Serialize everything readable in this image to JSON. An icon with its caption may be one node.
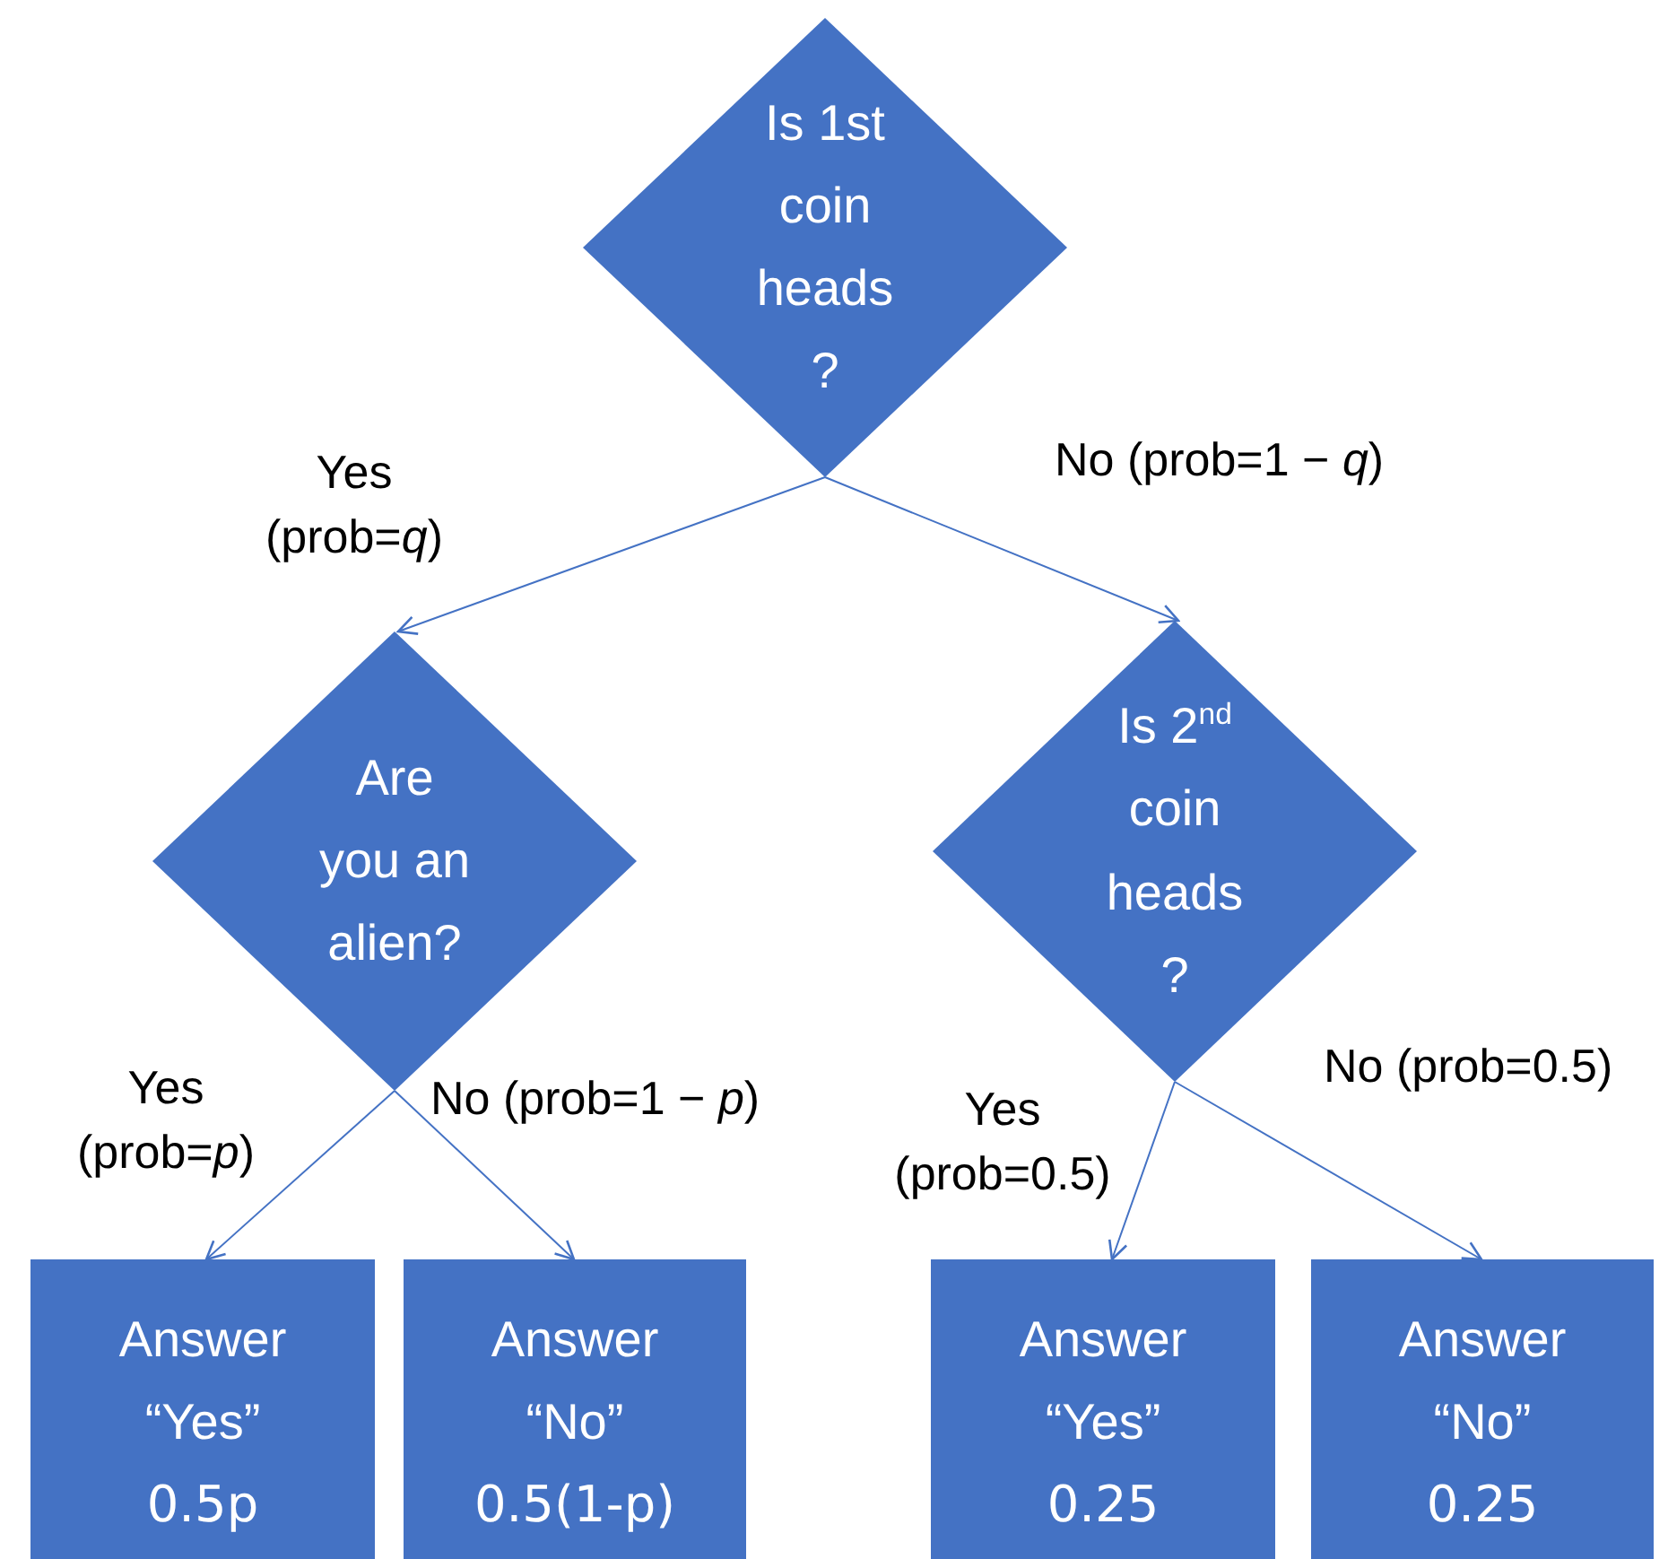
{
  "diagram": {
    "nodes": [
      {
        "text": [
          "Is 1st coin heads ?"
        ]
      },
      {
        "text": [
          "Are you an alien?"
        ]
      },
      {
        "text": [
          "Is 2$^{nd}$ coin heads ?"
        ]
      },
      {
        "text": [
          "Answer",
          "“Yes”",
          "0.5p"
        ]
      },
      {
        "text": [
          "Answer",
          "“No”",
          "0.5(1-p)"
        ]
      },
      {
        "text": [
          "Answer",
          "“Yes”",
          "0.25"
        ]
      },
      {
        "text": [
          "Answer",
          "“No”",
          "0.25"
        ]
      }
    ],
    "edges": [
      {
        "from": 0,
        "to": 1,
        "arrow": "to",
        "label": "Yes (prob=*q*)"
      },
      {
        "from": 0,
        "to": 2,
        "arrow": "to",
        "label": "No (prob=1 − *q*)"
      },
      {
        "from": 1,
        "to": 3,
        "arrow": "to",
        "label": "Yes (prob=*p*)"
      },
      {
        "from": 1,
        "to": 4,
        "arrow": "to",
        "label": "No (prob=1 − *p*)"
      },
      {
        "from": 2,
        "to": 5,
        "arrow": "to",
        "label": "Yes (prob=0.5)"
      },
      {
        "from": 2,
        "to": 6,
        "arrow": "to",
        "label": "No (prob=0.5)"
      }
    ]
  }
}
